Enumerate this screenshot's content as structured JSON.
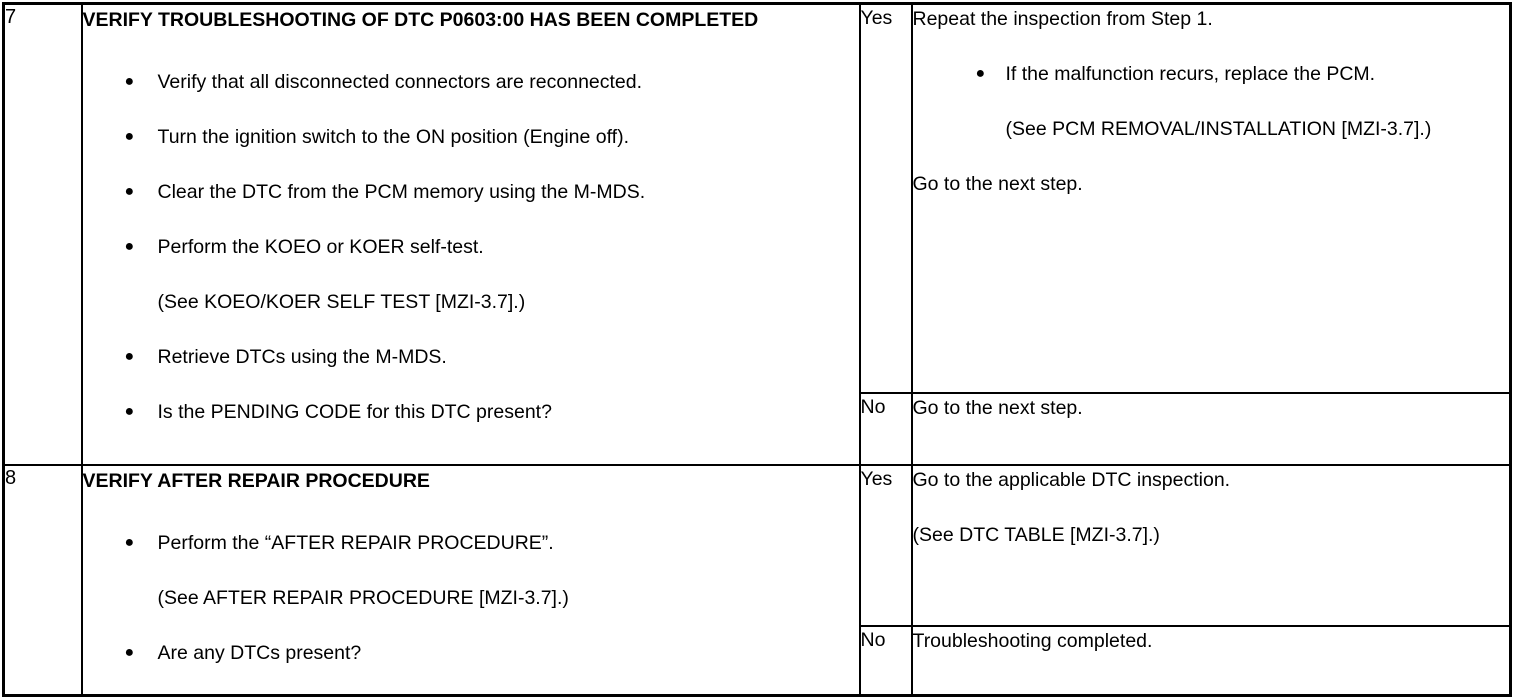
{
  "bullet_glyph": "●",
  "colors": {
    "border": "#000000",
    "text": "#000000",
    "background": "#ffffff"
  },
  "steps": [
    {
      "number": "7",
      "action": {
        "title": "VERIFY TROUBLESHOOTING OF DTC P0603:00 HAS BEEN COMPLETED",
        "bullets": [
          {
            "text": "Verify that all disconnected connectors are reconnected."
          },
          {
            "text": "Turn the ignition switch to the ON position (Engine off)."
          },
          {
            "text": "Clear the DTC from the PCM memory using the M-MDS."
          },
          {
            "text": "Perform the KOEO or KOER self-test.",
            "ref": "(See KOEO/KOER SELF TEST [MZI-3.7].)"
          },
          {
            "text": "Retrieve DTCs using the M-MDS."
          },
          {
            "text": "Is the PENDING CODE for this DTC present?"
          }
        ]
      },
      "yes": {
        "label": "Yes",
        "intro": "Repeat the inspection from Step 1.",
        "bullet": "If the malfunction recurs, replace the PCM.",
        "bullet_ref": "(See PCM REMOVAL/INSTALLATION [MZI-3.7].)",
        "outro": "Go to the next step."
      },
      "no": {
        "label": "No",
        "text": "Go to the next step."
      }
    },
    {
      "number": "8",
      "action": {
        "title": "VERIFY AFTER REPAIR PROCEDURE",
        "bullets": [
          {
            "text": "Perform the “AFTER REPAIR PROCEDURE”.",
            "ref": "(See AFTER REPAIR PROCEDURE [MZI-3.7].)"
          },
          {
            "text": "Are any DTCs present?"
          }
        ]
      },
      "yes": {
        "label": "Yes",
        "intro": "Go to the applicable DTC inspection.",
        "ref": "(See DTC TABLE [MZI-3.7].)"
      },
      "no": {
        "label": "No",
        "text": "Troubleshooting completed."
      }
    }
  ]
}
